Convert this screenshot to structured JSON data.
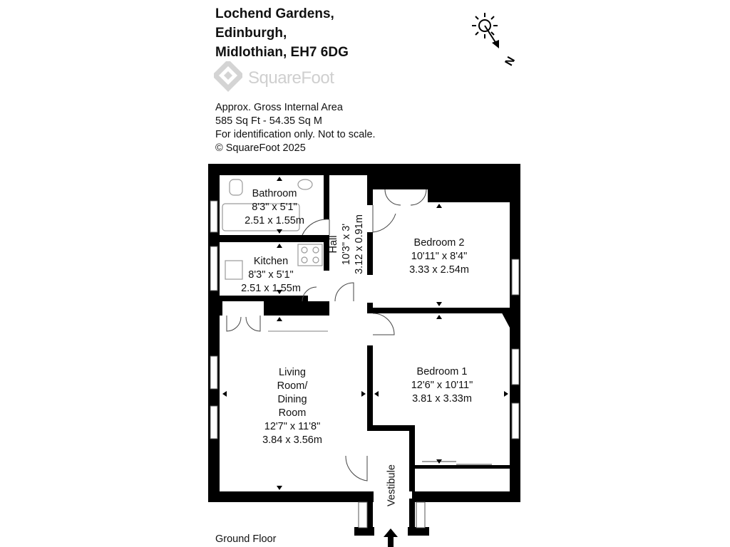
{
  "address": [
    "Lochend Gardens,",
    "Edinburgh,",
    "Midlothian, EH7 6DG"
  ],
  "logo": {
    "name": "SquareFoot",
    "color": "#cfcfcf"
  },
  "info": [
    "Approx. Gross Internal Area",
    "585 Sq Ft  -  54.35 Sq M",
    "For identification only. Not to scale.",
    "© SquareFoot 2025"
  ],
  "compass": {
    "north_label": "N"
  },
  "rooms": {
    "bathroom": {
      "name": "Bathroom",
      "imperial": "8'3\" x 5'1\"",
      "metric": "2.51 x 1.55m"
    },
    "kitchen": {
      "name": "Kitchen",
      "imperial": "8'3\" x 5'1\"",
      "metric": "2.51 x 1.55m"
    },
    "hall": {
      "name": "Hall",
      "imperial": "10'3\" x 3'",
      "metric": "3.12 x 0.91m"
    },
    "bedroom2": {
      "name": "Bedroom 2",
      "imperial": "10'11\" x 8'4\"",
      "metric": "3.33 x 2.54m"
    },
    "bedroom1": {
      "name": "Bedroom 1",
      "imperial": "12'6\" x 10'11\"",
      "metric": "3.81 x 3.33m"
    },
    "living": {
      "name_lines": [
        "Living",
        "Room/",
        "Dining",
        "Room"
      ],
      "imperial": "12'7\" x 11'8\"",
      "metric": "3.84 x 3.56m"
    },
    "vestibule": {
      "name": "Vestibule"
    }
  },
  "floor_label": "Ground Floor",
  "colors": {
    "wall": "#000000",
    "fixture": "#9a9a9a"
  }
}
